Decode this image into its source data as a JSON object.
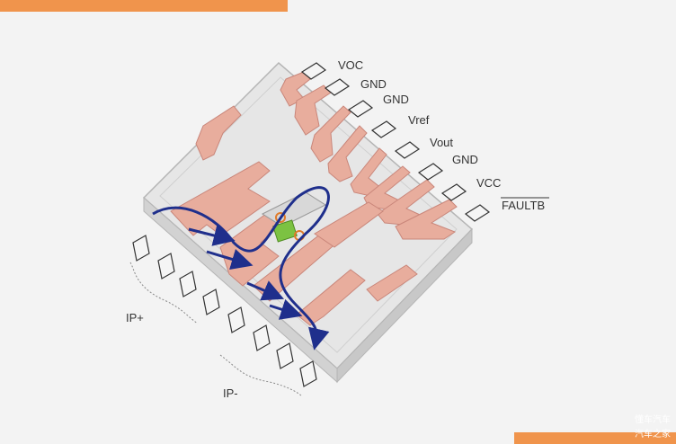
{
  "pins": [
    "VOC",
    "GND",
    "GND",
    "Vref",
    "Vout",
    "GND",
    "VCC",
    "FAULTB"
  ],
  "ip_plus": "IP+",
  "ip_minus": "IP-",
  "watermark": [
    "懂车汽车",
    "汽车之家"
  ],
  "colors": {
    "accent_bar": "#f0944c",
    "copper": "#e8ad9d",
    "current_path": "#1f2f8c",
    "package_body": "#dcdcdc",
    "die": "#7cc242"
  }
}
